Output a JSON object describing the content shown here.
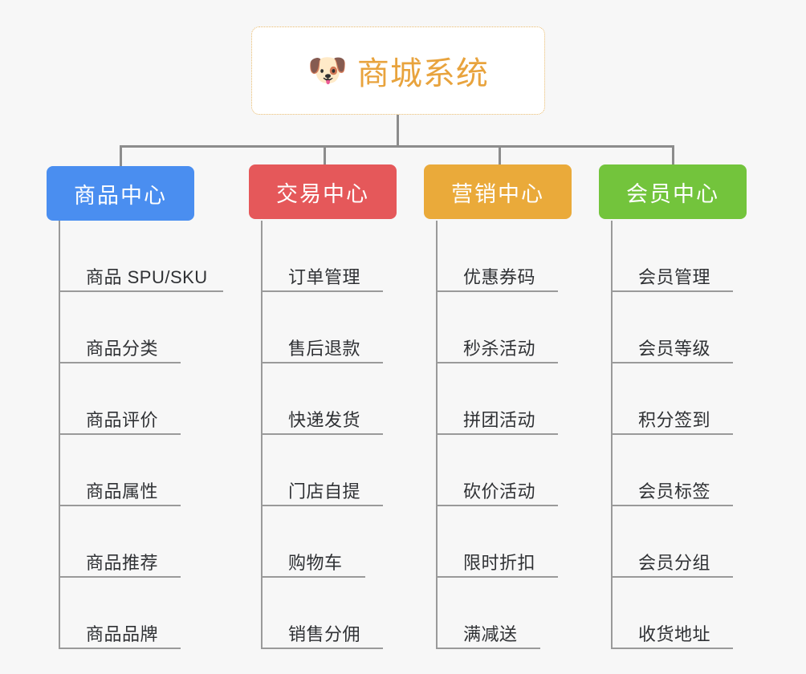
{
  "root": {
    "icon": "dog-face-icon",
    "icon_glyph": "🐶",
    "title": "商城系统",
    "title_color": "#e8a33d",
    "border_color": "#e8b96a"
  },
  "canvas": {
    "background": "#f7f7f7",
    "connector_color": "#8c8c8c"
  },
  "branches": [
    {
      "id": "product-center",
      "label": "商品中心",
      "color": "#4a8ef0",
      "items": [
        "商品 SPU/SKU",
        "商品分类",
        "商品评价",
        "商品属性",
        "商品推荐",
        "商品品牌"
      ]
    },
    {
      "id": "trade-center",
      "label": "交易中心",
      "color": "#e5585a",
      "items": [
        "订单管理",
        "售后退款",
        "快递发货",
        "门店自提",
        "购物车",
        "销售分佣"
      ]
    },
    {
      "id": "marketing-center",
      "label": "营销中心",
      "color": "#eaaa3a",
      "items": [
        "优惠券码",
        "秒杀活动",
        "拼团活动",
        "砍价活动",
        "限时折扣",
        "满减送"
      ]
    },
    {
      "id": "member-center",
      "label": "会员中心",
      "color": "#73c43c",
      "items": [
        "会员管理",
        "会员等级",
        "积分签到",
        "会员标签",
        "会员分组",
        "收货地址"
      ]
    }
  ]
}
